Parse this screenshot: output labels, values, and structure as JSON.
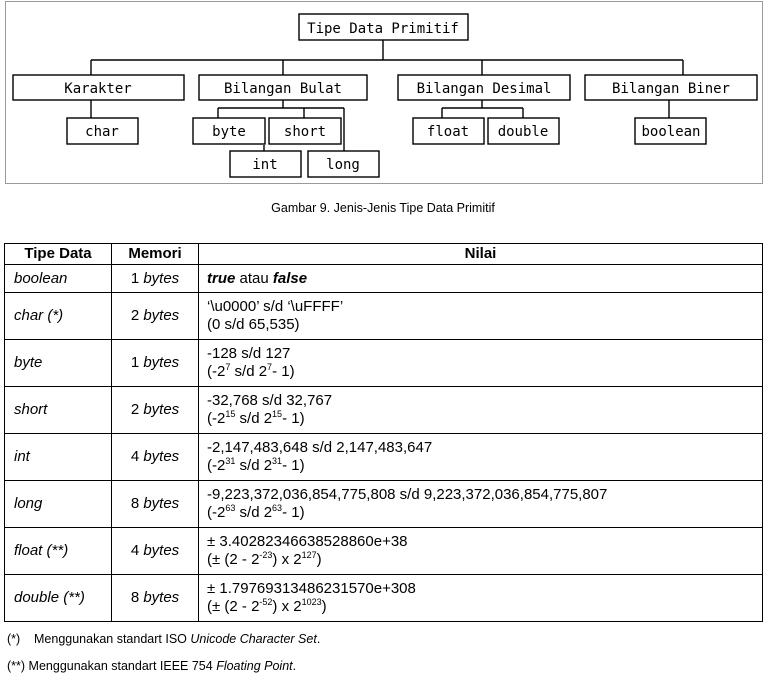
{
  "diagram": {
    "root": "Tipe Data Primitif",
    "groups": [
      {
        "label": "Karakter",
        "children": [
          "char"
        ]
      },
      {
        "label": "Bilangan Bulat",
        "children": [
          "byte",
          "short",
          "int",
          "long"
        ]
      },
      {
        "label": "Bilangan Desimal",
        "children": [
          "float",
          "double"
        ]
      },
      {
        "label": "Bilangan Biner",
        "children": [
          "boolean"
        ]
      }
    ]
  },
  "caption": "Gambar 9. Jenis-Jenis Tipe Data Primitif",
  "table": {
    "headers": {
      "type": "Tipe Data",
      "memory": "Memori",
      "value": "Nilai"
    },
    "memory_unit": "bytes",
    "rows": [
      {
        "type": "boolean",
        "mem_num": "1",
        "v_true": "true",
        "v_atau": " atau ",
        "v_false": "false"
      },
      {
        "type": "char (*)",
        "mem_num": "2",
        "line1": "‘\\u0000’ s/d ‘\\uFFFF’",
        "line2": "(0 s/d 65,535)"
      },
      {
        "type": "byte",
        "mem_num": "1",
        "line1": "-128 s/d 127",
        "l2a": "(-2",
        "l2b": "7",
        "l2c": " s/d 2",
        "l2d": "7",
        "l2e": "- 1)"
      },
      {
        "type": "short",
        "mem_num": "2",
        "line1": "-32,768 s/d 32,767",
        "l2a": "(-2",
        "l2b": "15",
        "l2c": " s/d 2",
        "l2d": "15",
        "l2e": "- 1)"
      },
      {
        "type": "int",
        "mem_num": "4",
        "line1": "-2,147,483,648 s/d 2,147,483,647",
        "l2a": "(-2",
        "l2b": "31",
        "l2c": " s/d 2",
        "l2d": "31",
        "l2e": "- 1)"
      },
      {
        "type": "long",
        "mem_num": "8",
        "line1": "-9,223,372,036,854,775,808 s/d 9,223,372,036,854,775,807",
        "l2a": "(-2",
        "l2b": "63",
        "l2c": " s/d 2",
        "l2d": "63",
        "l2e": "- 1)"
      },
      {
        "type": "float (**)",
        "mem_num": "4",
        "line1": "± 3.40282346638528860e+38",
        "l2a": "(± (2 - 2",
        "l2b": "-23",
        "l2c": ") x 2",
        "l2d": "127",
        "l2e": ")"
      },
      {
        "type": "double (**)",
        "mem_num": "8",
        "line1": "± 1.79769313486231570e+308",
        "l2a": "(± (2 - 2",
        "l2b": "-52",
        "l2c": ") x 2",
        "l2d": "1023",
        "l2e": ")"
      }
    ]
  },
  "notes": [
    {
      "marker": "(*)",
      "text": "Menggunakan standart ISO ",
      "emph": "Unicode Character Set",
      "end": "."
    },
    {
      "marker": "(**)",
      "text": "Menggunakan standart IEEE 754 ",
      "emph": "Floating Point",
      "end": "."
    }
  ]
}
